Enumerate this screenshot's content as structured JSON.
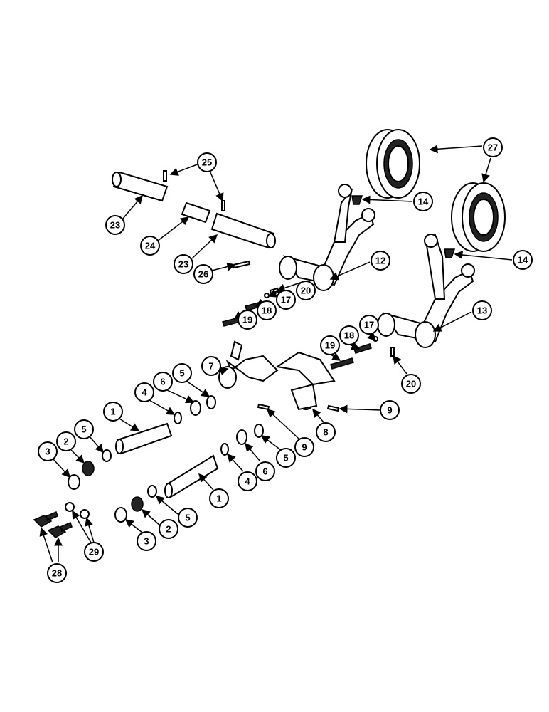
{
  "diagram": {
    "type": "exploded parts diagram",
    "callouts": [
      {
        "label": "25"
      },
      {
        "label": "27"
      },
      {
        "label": "14"
      },
      {
        "label": "23"
      },
      {
        "label": "24"
      },
      {
        "label": "23"
      },
      {
        "label": "26"
      },
      {
        "label": "12"
      },
      {
        "label": "14"
      },
      {
        "label": "13"
      },
      {
        "label": "20"
      },
      {
        "label": "17"
      },
      {
        "label": "18"
      },
      {
        "label": "19"
      },
      {
        "label": "17"
      },
      {
        "label": "18"
      },
      {
        "label": "19"
      },
      {
        "label": "20"
      },
      {
        "label": "7"
      },
      {
        "label": "5"
      },
      {
        "label": "6"
      },
      {
        "label": "4"
      },
      {
        "label": "9"
      },
      {
        "label": "1"
      },
      {
        "label": "8"
      },
      {
        "label": "9"
      },
      {
        "label": "5"
      },
      {
        "label": "2"
      },
      {
        "label": "3"
      },
      {
        "label": "5"
      },
      {
        "label": "6"
      },
      {
        "label": "4"
      },
      {
        "label": "1"
      },
      {
        "label": "5"
      },
      {
        "label": "2"
      },
      {
        "label": "3"
      },
      {
        "label": "29"
      },
      {
        "label": "28"
      }
    ]
  }
}
